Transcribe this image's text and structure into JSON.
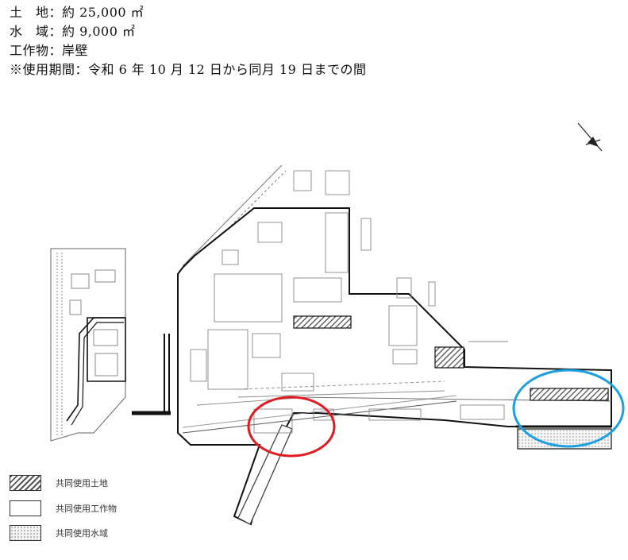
{
  "header": {
    "line1": "土　地：約 25,000 ㎡",
    "line2": "水　域：約 9,000 ㎡",
    "line3": "工作物：岸壁",
    "line4": "※使用期間：令和 6 年 10 月 12 日から同月 19 日までの間"
  },
  "legend": {
    "items": [
      {
        "label": "共同使用土地",
        "pattern": "hatch"
      },
      {
        "label": "共同使用工作物",
        "pattern": "blank"
      },
      {
        "label": "共同使用水域",
        "pattern": "dotted"
      }
    ]
  },
  "map": {
    "north_arrow_icon": "north-arrow-icon",
    "highlights": [
      {
        "shape": "ellipse",
        "color": "#e11b22"
      },
      {
        "shape": "ellipse",
        "color": "#1ea0dc"
      }
    ],
    "colors": {
      "outline": "#111111",
      "linework": "#555555",
      "hatch": "#444444"
    }
  }
}
